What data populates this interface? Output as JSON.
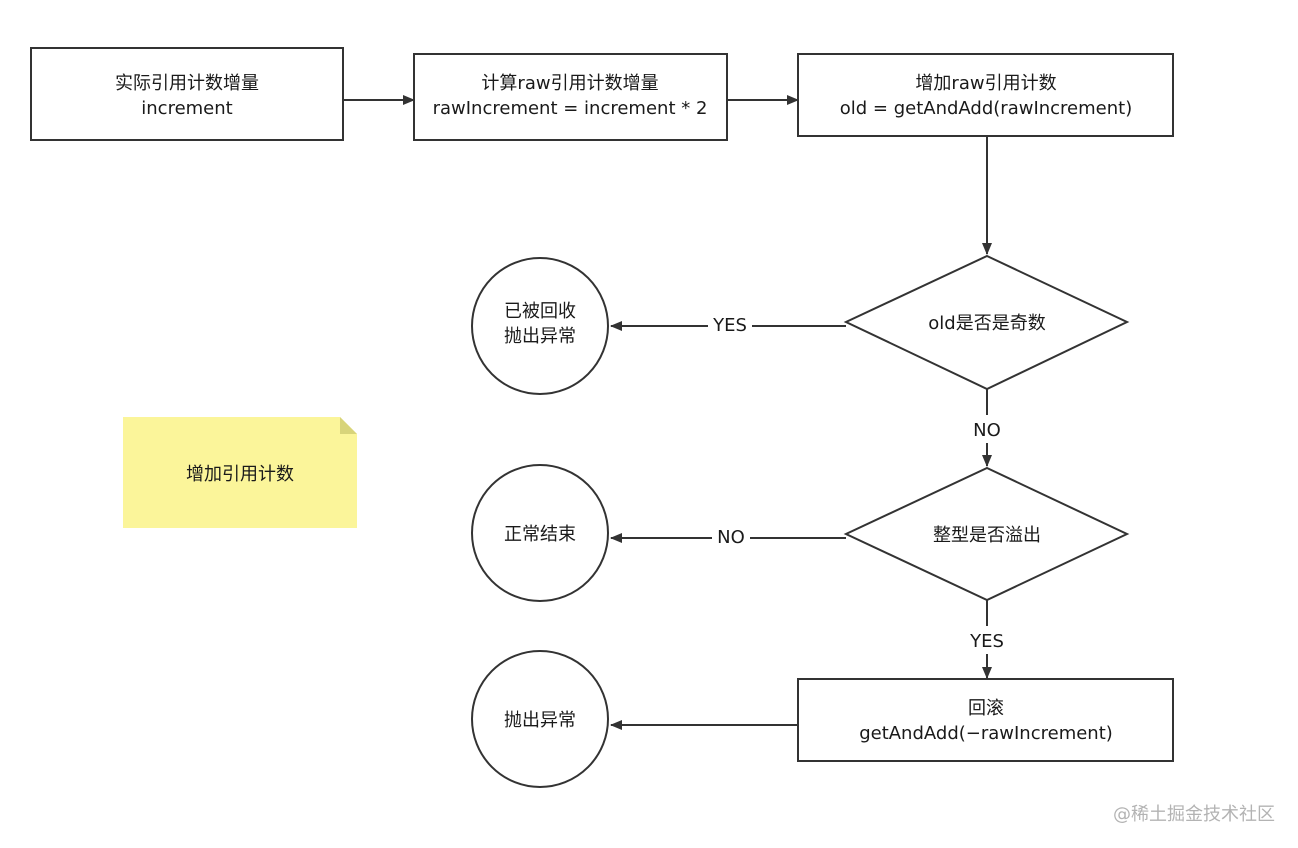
{
  "diagram": {
    "nodes": {
      "actual_increment": {
        "line1": "实际引用计数增量",
        "line2": "increment"
      },
      "compute_raw": {
        "line1": "计算raw引用计数增量",
        "line2": "rawIncrement = increment * 2"
      },
      "add_raw": {
        "line1": "增加raw引用计数",
        "line2": "old = getAndAdd(rawIncrement)"
      },
      "old_is_odd": {
        "line1": "old是否是奇数"
      },
      "int_overflow": {
        "line1": "整型是否溢出"
      },
      "rollback": {
        "line1": "回滚",
        "line2": "getAndAdd(−rawIncrement)"
      },
      "recycled_throw": {
        "line1": "已被回收",
        "line2": "抛出异常"
      },
      "normal_end": {
        "line1": "正常结束"
      },
      "throw": {
        "line1": "抛出异常"
      }
    },
    "edge_labels": {
      "odd_yes": "YES",
      "odd_no": "NO",
      "overflow_no": "NO",
      "overflow_yes": "YES"
    },
    "note": {
      "text": "增加引用计数",
      "color": "#fbf59a",
      "fold_color": "#d8d47a"
    },
    "colors": {
      "stroke": "#333333",
      "fill": "#ffffff"
    }
  },
  "watermark": {
    "text": "@稀土掘金技术社区"
  }
}
